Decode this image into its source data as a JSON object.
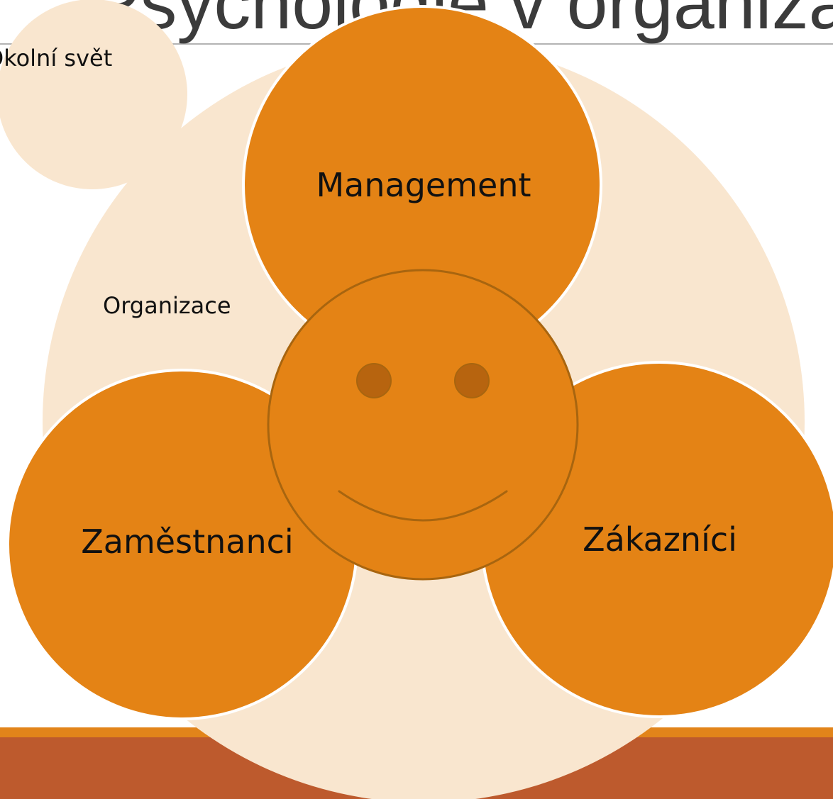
{
  "slide": {
    "title": "Psychologie v organizaci",
    "colors": {
      "background": "#ffffff",
      "title_text": "#3b3b3b",
      "title_rule": "#9a9a9a",
      "bar_top": "#e2841a",
      "bar_main": "#bd5a2d",
      "light_circle": "#f9e6cf",
      "orange_circle": "#e48315",
      "orange_outline": "#ffffff",
      "face_outline": "#a8650f",
      "face_feature": "#b7640f",
      "label_text": "#111111"
    }
  },
  "diagram": {
    "outer_world_label": "Okolní svět",
    "organization_label": "Organizace",
    "nodes": [
      {
        "id": "management",
        "label": "Management"
      },
      {
        "id": "employees",
        "label": "Zaměstnanci"
      },
      {
        "id": "customers",
        "label": "Zákazníci"
      }
    ],
    "center_icon": "smiley-face-icon"
  }
}
